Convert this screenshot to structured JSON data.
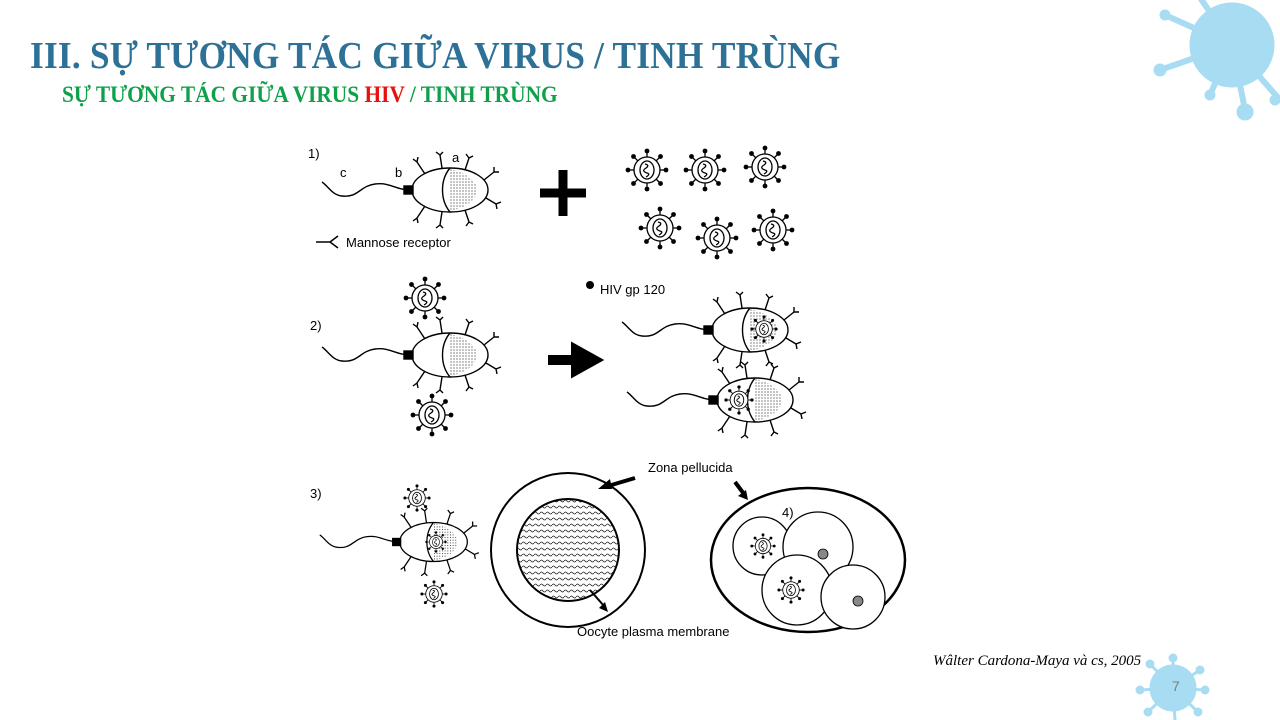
{
  "slide": {
    "title": "III. SỰ TƯƠNG TÁC GIỮA VIRUS / TINH TRÙNG",
    "subtitle_part1": "SỰ TƯƠNG TÁC GIỮA VIRUS ",
    "subtitle_highlight": "HIV",
    "subtitle_part2": " / TINH TRÙNG",
    "citation": "Wâlter Cardona-Maya và cs, 2005",
    "page_number": "7",
    "colors": {
      "title": "#2e7196",
      "subtitle": "#0fa14a",
      "highlight": "#e8120c",
      "decor": "#a8dcf2"
    }
  },
  "figure": {
    "step1": "1)",
    "step2": "2)",
    "step3": "3)",
    "step4": "4)",
    "label_a": "a",
    "label_b": "b",
    "label_c": "c",
    "mannose_receptor": "Mannose receptor",
    "hiv_gp120": "HIV gp 120",
    "zona_pellucida": "Zona pellucida",
    "oocyte_membrane": "Oocyte plasma membrane"
  }
}
